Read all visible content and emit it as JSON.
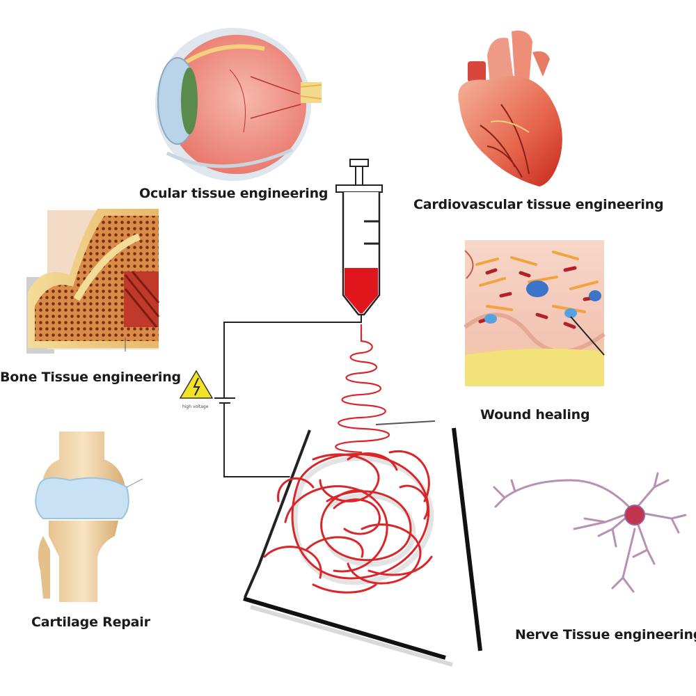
{
  "labels": {
    "ocular": "Ocular tissue engineering",
    "cardio": "Cardiovascular tissue engineering",
    "bone": "Bone Tissue engineering",
    "wound": "Wound healing",
    "cartilage": "Cartilage Repair",
    "nerve": "Nerve Tissue engineering",
    "voltage": "high voltage"
  },
  "icons": {
    "eye": "eye-icon",
    "heart": "heart-icon",
    "bone": "bone-icon",
    "wound": "skin-wound-icon",
    "knee": "knee-joint-icon",
    "neuron": "neuron-icon",
    "syringe": "syringe-icon",
    "warning": "high-voltage-warning-icon"
  },
  "colors": {
    "fiber": "#d9262a",
    "solution": "#e0161c",
    "eye": "#f2a39a",
    "heart": "#e0573f",
    "bone": "#c9692a",
    "cartilage": "#c9e2f3",
    "warning": "#f2e326"
  }
}
